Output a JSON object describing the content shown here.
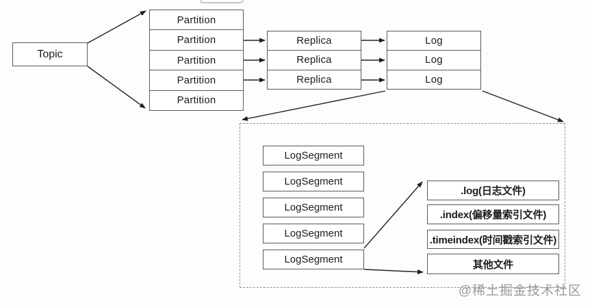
{
  "diagram": {
    "title_semantic": "kafka-log-storage-structure",
    "topic": {
      "label": "Topic"
    },
    "partition_stack": {
      "items": [
        "Partition",
        "Partition",
        "Partition",
        "Partition",
        "Partition"
      ]
    },
    "replica_stack": {
      "items": [
        "Replica",
        "Replica",
        "Replica"
      ]
    },
    "log_stack": {
      "items": [
        "Log",
        "Log",
        "Log"
      ]
    },
    "segment_list": {
      "items": [
        "LogSegment",
        "LogSegment",
        "LogSegment",
        "LogSegment",
        "LogSegment"
      ]
    },
    "file_list": {
      "items": [
        ".log(日志文件)",
        ".index(偏移量索引文件)",
        ".timeindex(时间戳索引文件)",
        "其他文件"
      ]
    },
    "watermark": "@稀土掘金技术社区",
    "colors": {
      "background": "#fdfdfd",
      "box_border": "#585858",
      "dashed_border": "#8e8e8e",
      "arrow": "#1f1f1f",
      "text": "#1b1b1b",
      "watermark": "#9b9b9b"
    }
  }
}
